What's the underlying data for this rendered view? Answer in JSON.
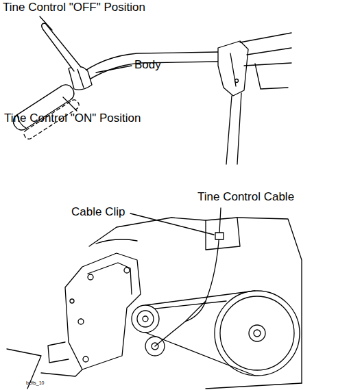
{
  "diagram": {
    "labels": [
      "Tine Control \"OFF\" Position",
      "Body",
      "Tine Control \"ON\" Position",
      "Tine Control Cable",
      "Cable Clip",
      "belts_10"
    ]
  }
}
